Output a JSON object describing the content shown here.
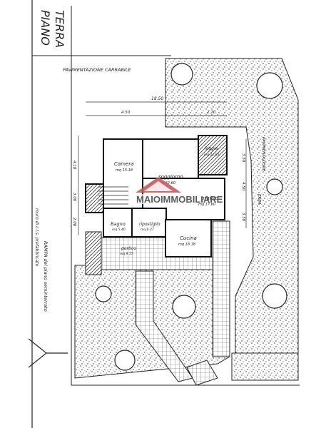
{
  "title": {
    "line1": "PIANO",
    "line2": "TERRA"
  },
  "labels": {
    "driveway": "PAVIMENTAZIONE CARRABILE",
    "flooring": "PAVIMENTAZIONE",
    "grass": "ERBA",
    "wall": "muro di c.l.s. prefabbricato",
    "ramp": "RAMPA del piano seminterrato"
  },
  "rooms": [
    {
      "name": "Camera",
      "area": "mq 15.18"
    },
    {
      "name": "soggiorno",
      "area": "mq 32.60"
    },
    {
      "name": "pranzo",
      "area": "mq 17.60"
    },
    {
      "name": "loggia",
      "area": "mq 11.05"
    },
    {
      "name": "Bagno",
      "area": "mq 5.40"
    },
    {
      "name": "ripostiglio",
      "area": "mq 6.27"
    },
    {
      "name": "Cucina",
      "area": "mq 18.18"
    },
    {
      "name": "portico",
      "area": "mq 9.55"
    }
  ],
  "dimensions": {
    "top_total": "18.50",
    "top_a": "4.50",
    "top_b": "2.70",
    "left_a": "4.10",
    "left_b": "3.00",
    "left_c": "2.00",
    "right_a": "3.50",
    "right_b": "4.50",
    "right_c": "3.50"
  },
  "logo": {
    "text": "MAIOIMMOBILIARE"
  }
}
